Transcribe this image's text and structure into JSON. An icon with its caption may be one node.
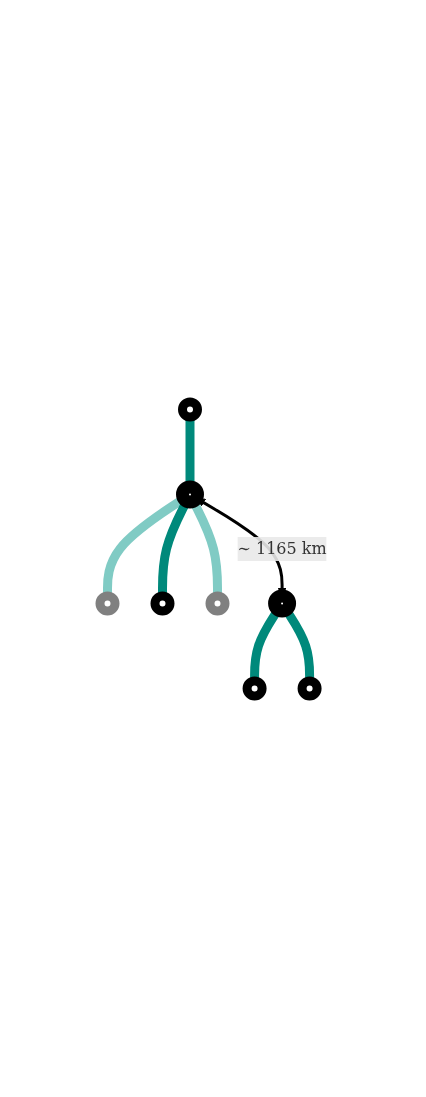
{
  "diagram": {
    "nodes": [
      {
        "text": [],
        "shape": "circle"
      },
      {
        "text": [],
        "shape": "circle"
      },
      {
        "text": [],
        "shape": "circle"
      },
      {
        "text": [],
        "shape": "circle"
      },
      {
        "text": [],
        "shape": "circle"
      },
      {
        "text": [],
        "shape": "circle"
      },
      {
        "text": [],
        "shape": "circle"
      },
      {
        "text": [],
        "shape": "circle"
      }
    ],
    "edges": [
      {
        "from": 0,
        "to": 1,
        "arrow": "none"
      },
      {
        "from": 1,
        "to": 2,
        "arrow": "none",
        "color": "#80cbc4"
      },
      {
        "from": 1,
        "to": 3,
        "arrow": "none"
      },
      {
        "from": 1,
        "to": 4,
        "arrow": "none",
        "color": "#80cbc4"
      },
      {
        "from": 1,
        "to": 5,
        "arrow": "both",
        "label": "∼ 1165 km",
        "color": "#000000"
      },
      {
        "from": 5,
        "to": 6,
        "arrow": "none"
      },
      {
        "from": 5,
        "to": 7,
        "arrow": "none"
      }
    ]
  }
}
